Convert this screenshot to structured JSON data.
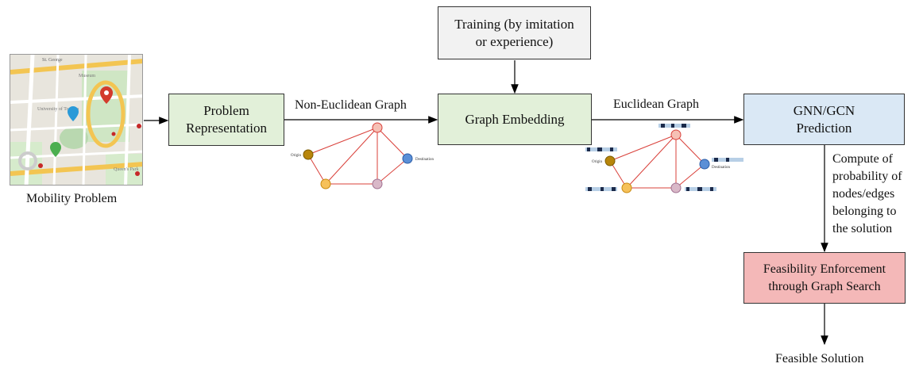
{
  "boxes": {
    "training": "Training (by imitation\nor experience)",
    "problem_representation": "Problem\nRepresentation",
    "graph_embedding": "Graph Embedding",
    "gnn_prediction": "GNN/GCN\nPrediction",
    "feasibility": "Feasibility Enforcement\nthrough Graph Search"
  },
  "labels": {
    "mobility_problem": "Mobility Problem",
    "non_euclidean_graph": "Non-Euclidean Graph",
    "euclidean_graph": "Euclidean Graph",
    "compute_probability": "Compute of\nprobability of\nnodes/edges\nbelonging to\nthe solution",
    "feasible_solution": "Feasible Solution"
  },
  "graph_node_labels": {
    "origin": "Origin",
    "destination": "Destination"
  },
  "map_labels": {
    "street_top": "St. George",
    "university": "University\nof Toronto",
    "museum": "Museum",
    "park": "Queen's\nPark"
  },
  "colors": {
    "training_fill": "#f2f2f2",
    "green_fill": "#e2f0d9",
    "blue_fill": "#dae8f5",
    "red_fill": "#f4b8b8",
    "edge_red": "#d9403a",
    "origin_node": "#b8860b",
    "dest_node": "#5b8fd6",
    "node_orange": "#f6c15a",
    "node_pink": "#f6c0b5",
    "node_gray": "#d9b8c8"
  }
}
